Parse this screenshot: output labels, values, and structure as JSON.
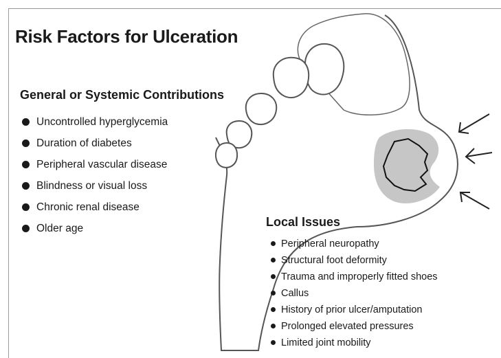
{
  "title": "Risk Factors for Ulceration",
  "general": {
    "heading": "General or Systemic Contributions",
    "items": [
      "Uncontrolled hyperglycemia",
      "Duration of diabetes",
      "Peripheral vascular disease",
      "Blindness or visual loss",
      "Chronic renal disease",
      "Older age"
    ]
  },
  "local": {
    "heading": "Local Issues",
    "items": [
      "Peripheral neuropathy",
      "Structural foot deformity",
      "Trauma and improperly fitted shoes",
      "Callus",
      "History of prior ulcer/amputation",
      "Prolonged elevated pressures",
      "Limited joint mobility"
    ]
  },
  "colors": {
    "text": "#1a1a1a",
    "foot_outline": "#555555",
    "callus": "#c6c6c6",
    "ulcer_outline": "#111111",
    "arrow": "#222222"
  }
}
